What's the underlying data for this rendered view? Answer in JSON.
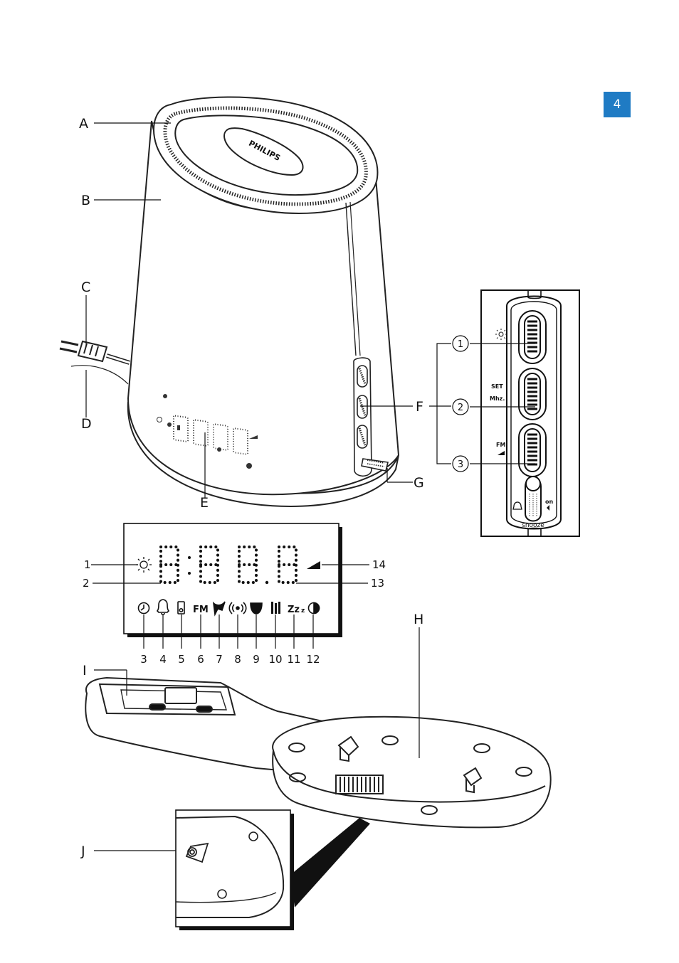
{
  "page_number": "4",
  "brand": "PHILIPS",
  "callouts": {
    "a": "A",
    "b": "B",
    "c": "C",
    "d": "D",
    "e": "E",
    "f": "F",
    "g": "G",
    "h": "H",
    "i": "I",
    "j": "J"
  },
  "display_callouts": {
    "n1": "1",
    "n2": "2",
    "n3": "3",
    "n4": "4",
    "n5": "5",
    "n6": "6",
    "n7": "7",
    "n8": "8",
    "n9": "9",
    "n10": "10",
    "n11": "11",
    "n12": "12",
    "n13": "13",
    "n14": "14"
  },
  "panel_circles": {
    "c1": "1",
    "c2": "2",
    "c3": "3"
  },
  "panel_labels": {
    "set": "SET",
    "mhz": "Mhz.",
    "fm": "FM",
    "on": "on",
    "snooze": "snooze"
  },
  "display_labels": {
    "fm": "FM",
    "zzz": "Zz",
    "zzz_small": "z"
  },
  "icons": [
    "sun-icon",
    "clock-icon",
    "bell-icon",
    "ipod-icon",
    "fm-icon",
    "bird-icon",
    "radio-wave-icon",
    "bowl-icon",
    "nature-sound-icon",
    "snooze-icon",
    "brightness-icon",
    "signal-icon"
  ]
}
